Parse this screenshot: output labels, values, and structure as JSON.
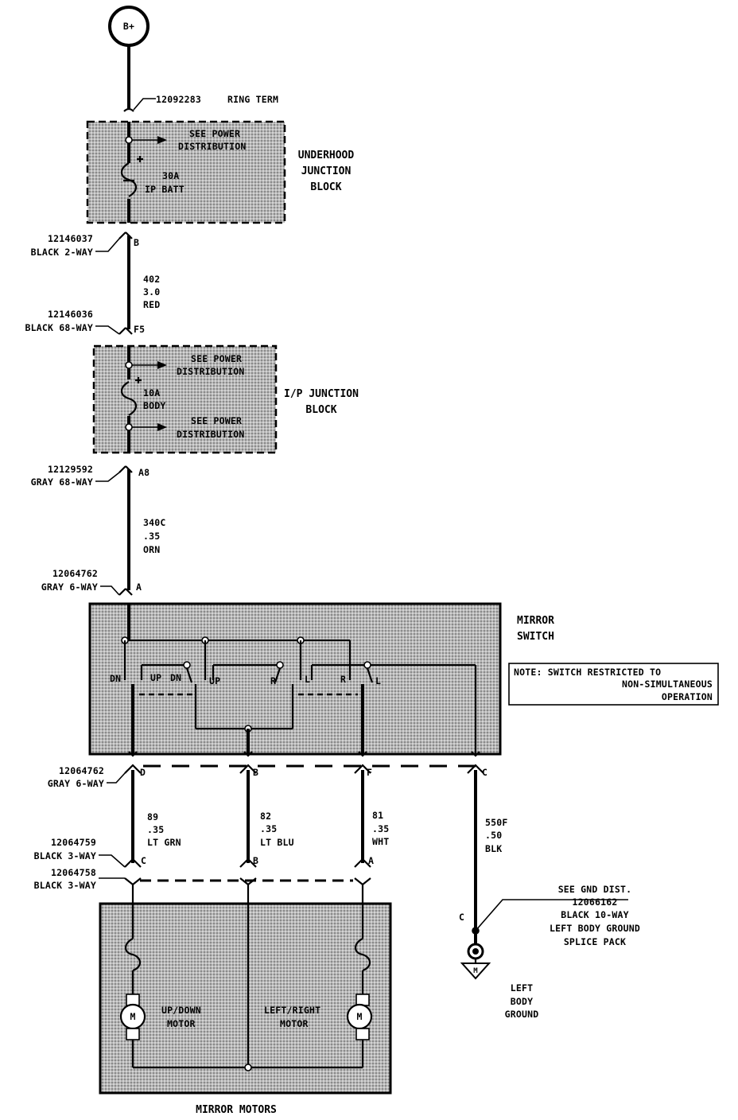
{
  "battery": {
    "label": "B+"
  },
  "ring_terminal": {
    "part": "12092283",
    "desc": "RING TERM"
  },
  "underhood_block": {
    "title": [
      "UNDERHOOD",
      "JUNCTION",
      "BLOCK"
    ],
    "see_power": [
      "SEE POWER",
      "DISTRIBUTION"
    ],
    "fuse": [
      "30A",
      "IP BATT"
    ]
  },
  "conn1": {
    "part": "12146037",
    "desc": "BLACK 2-WAY",
    "pin": "B"
  },
  "wire402": {
    "circuit": "402",
    "gauge": "3.0",
    "color": "RED"
  },
  "conn2": {
    "part": "12146036",
    "desc": "BLACK 68-WAY",
    "pin": "F5"
  },
  "ip_block": {
    "title": [
      "I/P JUNCTION",
      "BLOCK"
    ],
    "see_power_top": [
      "SEE POWER",
      "DISTRIBUTION"
    ],
    "fuse": [
      "10A",
      "BODY"
    ],
    "see_power_bottom": [
      "SEE POWER",
      "DISTRIBUTION"
    ]
  },
  "conn3": {
    "part": "12129592",
    "desc": "GRAY 68-WAY",
    "pin": "A8"
  },
  "wire340c": {
    "circuit": "340C",
    "gauge": ".35",
    "color": "ORN"
  },
  "conn4": {
    "part": "12064762",
    "desc": "GRAY 6-WAY",
    "pin": "A"
  },
  "mirror_switch": {
    "title": [
      "MIRROR",
      "SWITCH"
    ],
    "contacts": [
      "DN",
      "UP",
      "DN",
      "UP",
      "R",
      "L",
      "R",
      "L"
    ],
    "note": [
      "NOTE: SWITCH RESTRICTED TO",
      "NON-SIMULTANEOUS",
      "OPERATION"
    ]
  },
  "conn5": {
    "part": "12064762",
    "desc": "GRAY 6-WAY",
    "pins": [
      "D",
      "B",
      "F",
      "C"
    ]
  },
  "wire89": {
    "circuit": "89",
    "gauge": ".35",
    "color": "LT GRN"
  },
  "wire82": {
    "circuit": "82",
    "gauge": ".35",
    "color": "LT BLU"
  },
  "wire81": {
    "circuit": "81",
    "gauge": ".35",
    "color": "WHT"
  },
  "wire550f": {
    "circuit": "550F",
    "gauge": ".50",
    "color": "BLK"
  },
  "conn6": {
    "part": "12064759",
    "desc": "BLACK 3-WAY",
    "pins": [
      "C",
      "B",
      "A"
    ]
  },
  "conn7": {
    "part": "12064758",
    "desc": "BLACK 3-WAY"
  },
  "ground_ref": {
    "lines": [
      "SEE GND DIST.",
      "12066162",
      "BLACK 10-WAY",
      "LEFT BODY GROUND",
      "SPLICE PACK"
    ],
    "pin": "C"
  },
  "ground": {
    "symbol": "M",
    "label": [
      "LEFT",
      "BODY",
      "GROUND"
    ]
  },
  "mirror_motors": {
    "title": "MIRROR MOTORS",
    "updown": [
      "UP/DOWN",
      "MOTOR"
    ],
    "leftright": [
      "LEFT/RIGHT",
      "MOTOR"
    ],
    "motor_symbol": "M"
  }
}
